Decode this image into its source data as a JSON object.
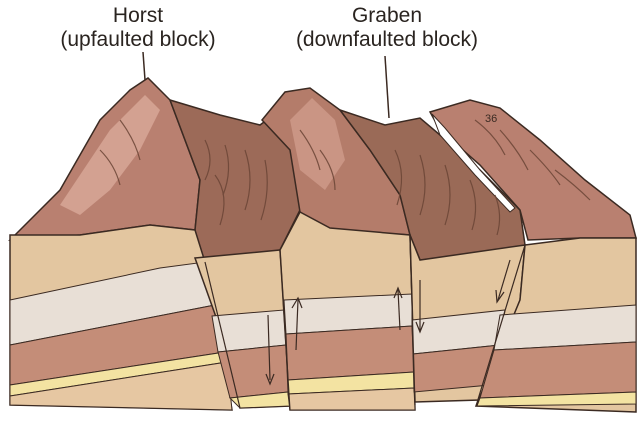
{
  "labels": {
    "horst": {
      "title": "Horst",
      "subtitle": "(upfaulted block)"
    },
    "graben": {
      "title": "Graben",
      "subtitle": "(downfaulted block)"
    }
  },
  "annotation_number": "36",
  "colors": {
    "rock_top": "#b98070",
    "ridge_dark": "#7a5142",
    "layer_tan": "#e3c6a0",
    "layer_limestone": "#e8dfd6",
    "layer_shale": "#c48d78",
    "layer_yellow": "#f3e3a2",
    "layer_base": "#e6c7a2",
    "outline": "#3b2a22"
  }
}
